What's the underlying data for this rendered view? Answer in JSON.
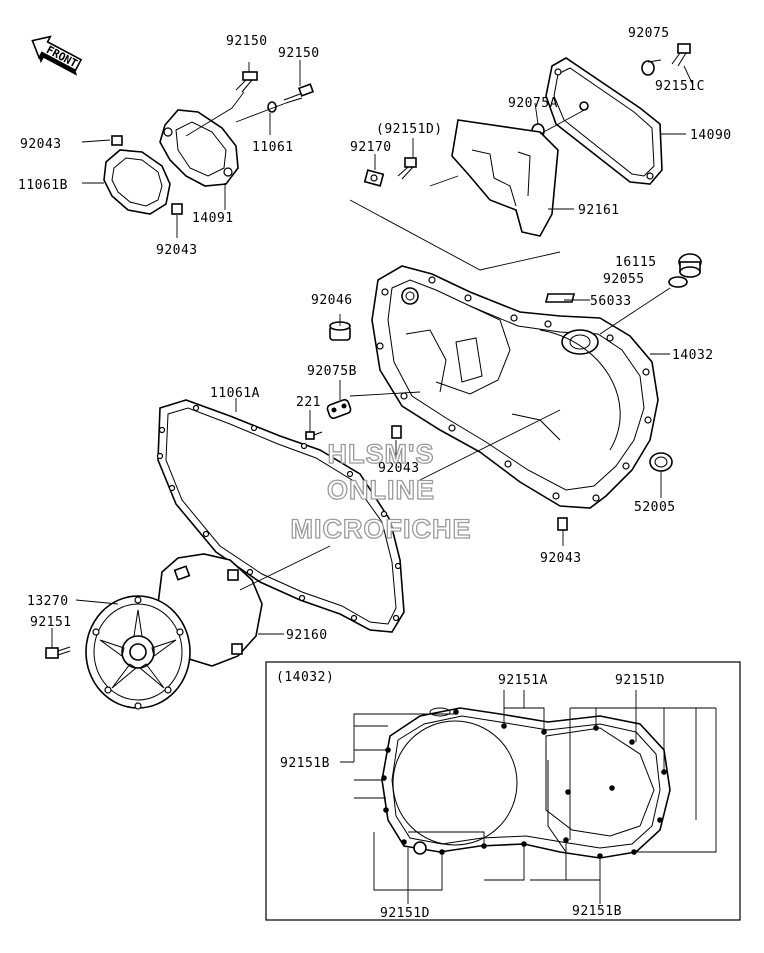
{
  "diagram": {
    "front_badge": "FRONT",
    "inset_title": "(14032)",
    "parts": {
      "p92150a": "92150",
      "p92150b": "92150",
      "p92043a": "92043",
      "p11061": "11061",
      "p11061b": "11061B",
      "p14091": "14091",
      "p92043b": "92043",
      "p92151d_paren": "(92151D)",
      "p92170": "92170",
      "p92075": "92075",
      "p92151c": "92151C",
      "p92075a": "92075A",
      "p14090": "14090",
      "p92161": "92161",
      "p16115": "16115",
      "p92055": "92055",
      "p92046": "92046",
      "p56033": "56033",
      "p14032": "14032",
      "p92075b": "92075B",
      "p221": "221",
      "p11061a": "11061A",
      "p92043c": "92043",
      "p52005": "52005",
      "p92043d": "92043",
      "p13270": "13270",
      "p92151": "92151",
      "p92160": "92160",
      "i92151a": "92151A",
      "i92151d_top": "92151D",
      "i92151b_left": "92151B",
      "i92151d_bottom": "92151D",
      "i92151b_bottom": "92151B"
    },
    "watermark": {
      "line1": "HLSM'S",
      "line2": "ONLINE",
      "line3": "MICROFICHE"
    }
  }
}
